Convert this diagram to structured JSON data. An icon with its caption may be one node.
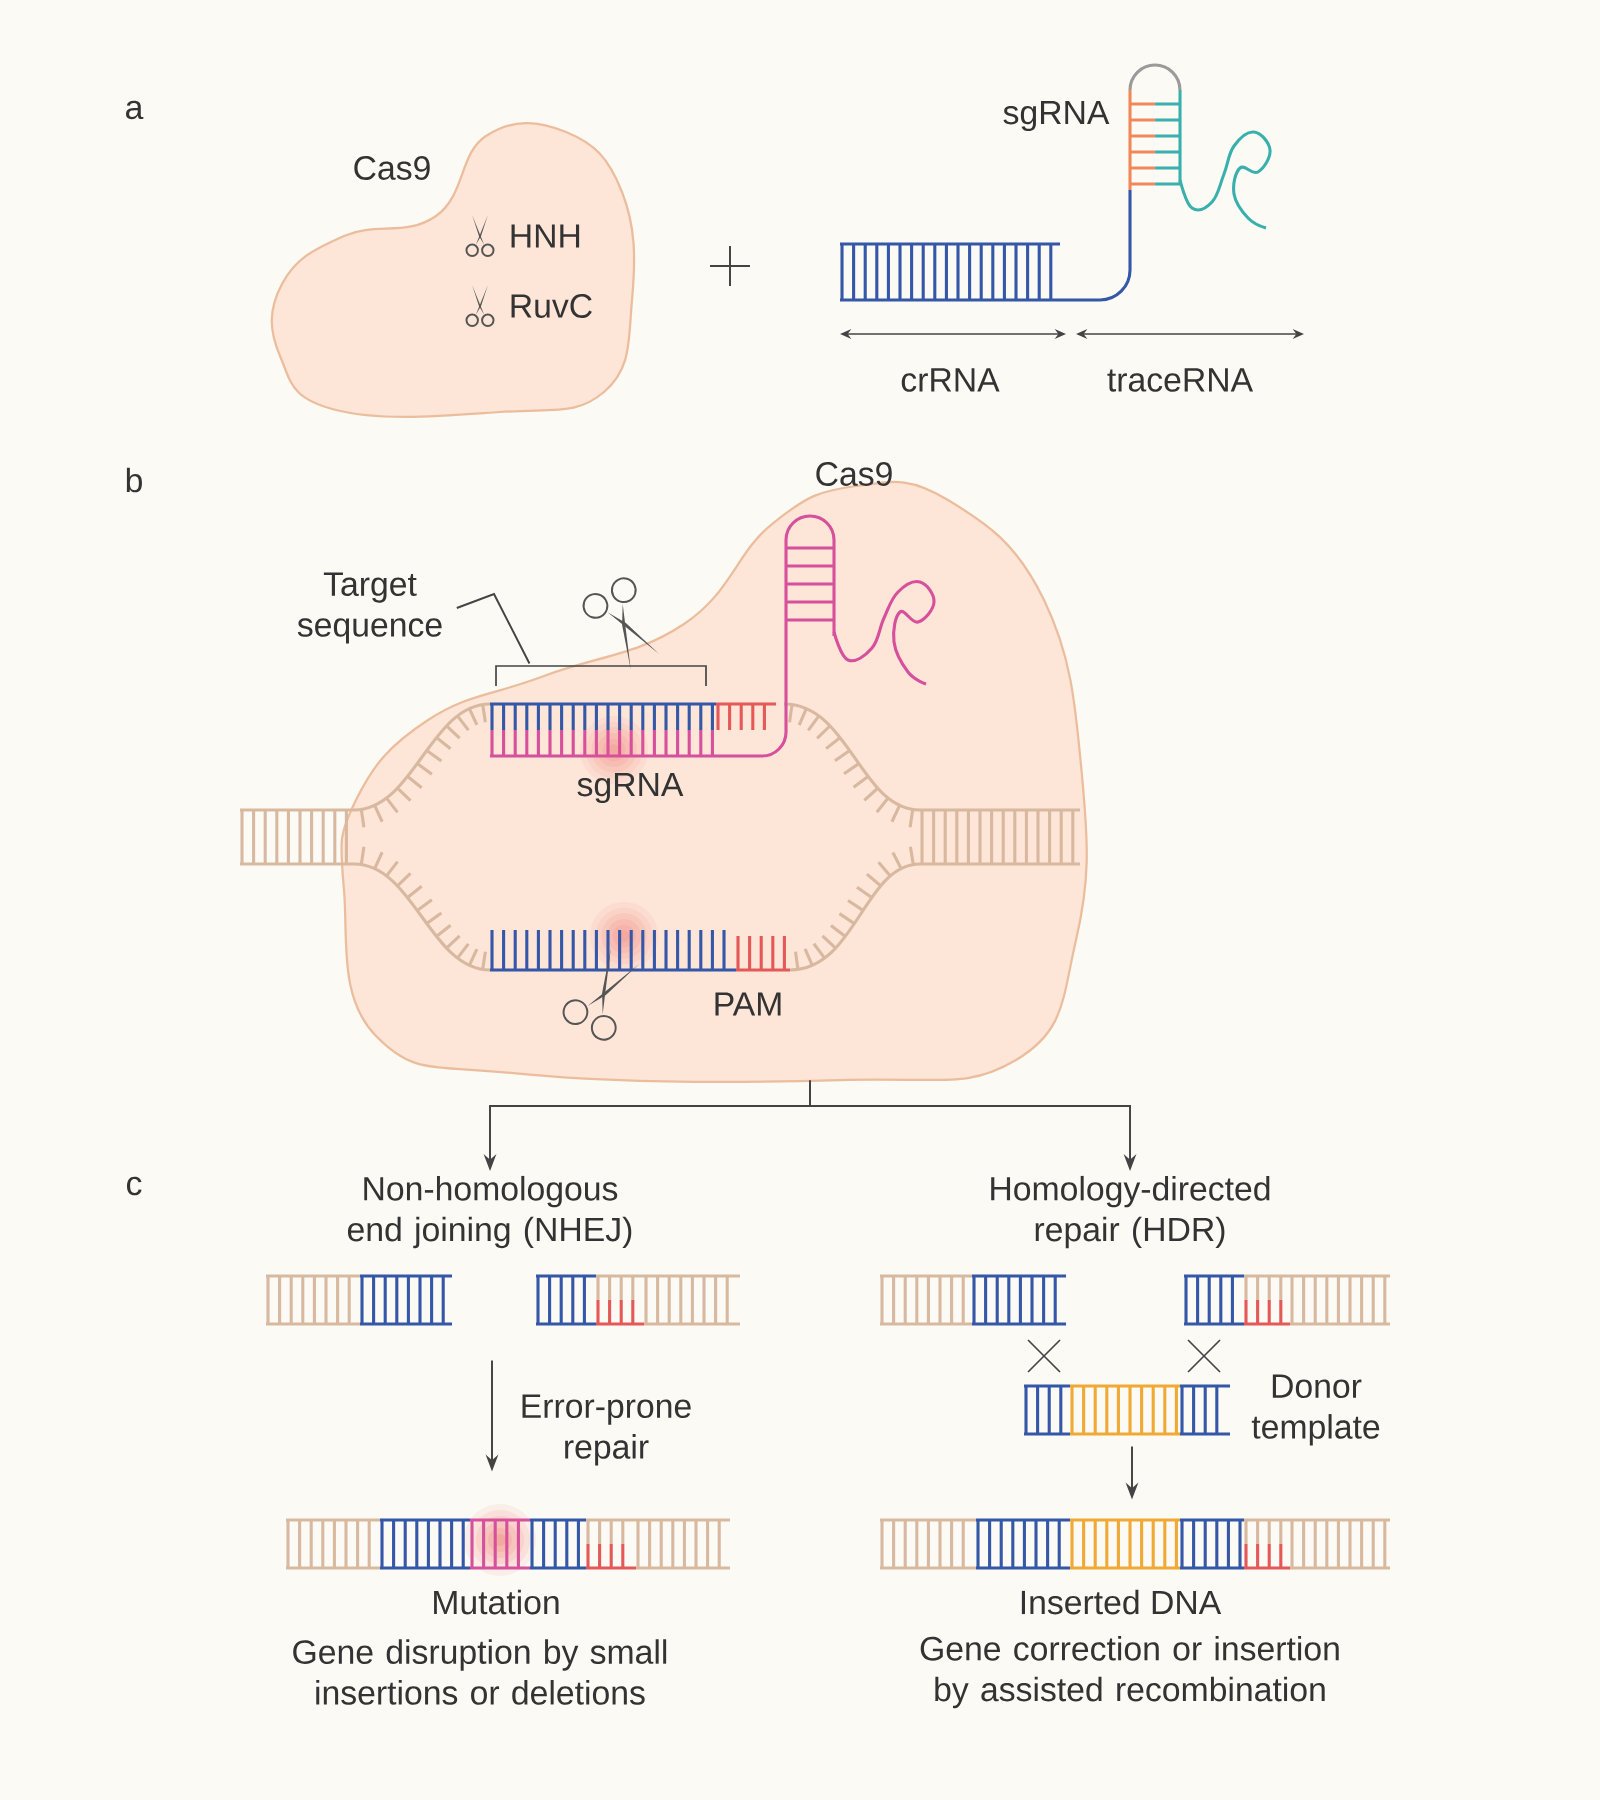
{
  "diagram": {
    "nodes": [
      {
        "text": [
          "Cas9",
          "HNH",
          "RuvC"
        ]
      },
      {
        "text": [
          "sgRNA"
        ]
      },
      {
        "text": [
          "Cas9",
          "sgRNA",
          "PAM"
        ]
      },
      {
        "text": [
          "Target sequence"
        ]
      },
      {
        "text": [
          "Non-homologous end joining (NHEJ)"
        ]
      },
      {
        "text": [
          "Homology-directed repair (HDR)"
        ]
      },
      {
        "text": [],
        "shape": "picture"
      },
      {
        "text": [],
        "shape": "picture"
      },
      {
        "text": [],
        "shape": "picture",
        "beside": [
          "Donor template"
        ]
      },
      {
        "text": [],
        "shape": "picture",
        "beside": [
          "Mutation"
        ]
      },
      {
        "text": [],
        "shape": "picture",
        "beside": [
          "Inserted DNA"
        ]
      }
    ],
    "edges": [
      {
        "from": 2,
        "to": 4,
        "arrow": "to"
      },
      {
        "from": 2,
        "to": 5,
        "arrow": "to"
      },
      {
        "from": 6,
        "to": 9,
        "arrow": "to",
        "label": "Error-prone repair"
      },
      {
        "from": 8,
        "to": 10,
        "arrow": "to"
      },
      {
        "from": 3,
        "to": 2,
        "arrow": "none"
      }
    ],
    "labels": [
      "a",
      "crRNA",
      "traceRNA",
      "b",
      "c",
      "Gene disruption by small insertions or deletions",
      "Gene correction or insertion by assisted recombination"
    ]
  }
}
